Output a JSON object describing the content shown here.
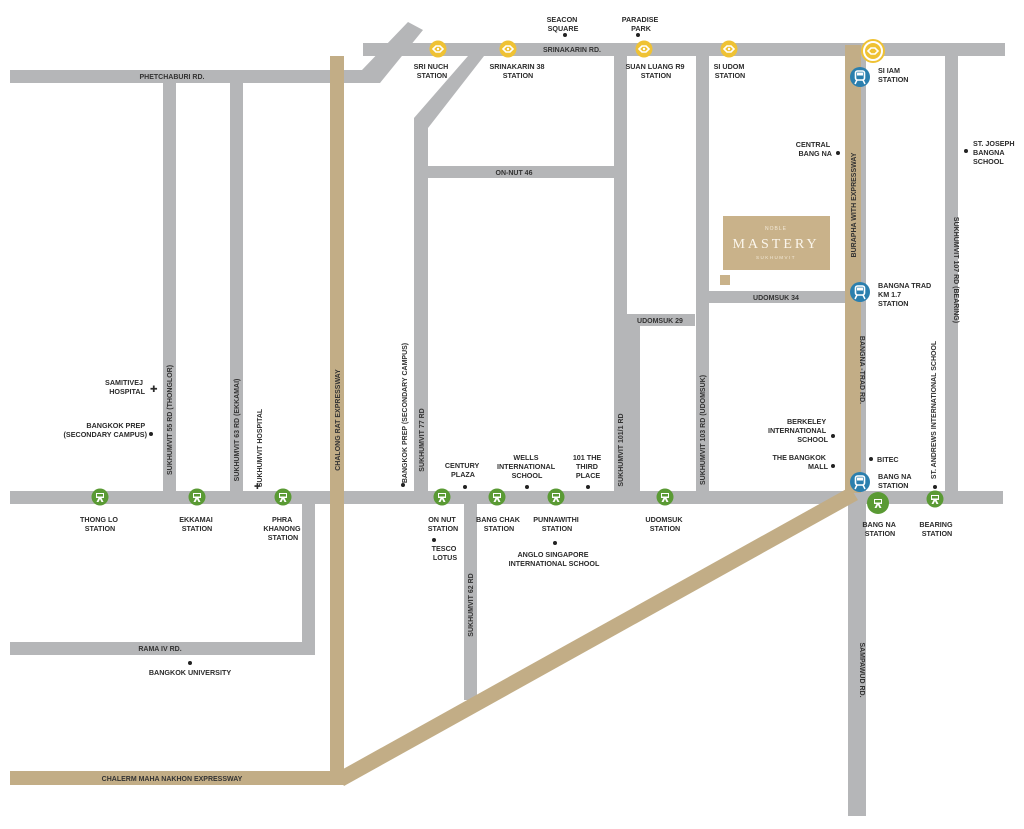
{
  "roads": {
    "phetchaburi": "PHETCHABURI RD.",
    "srinakarin": "SRINAKARIN RD.",
    "on_nut_46": "ON-NUT 46",
    "udomsuk_29": "UDOMSUK 29",
    "udomsuk_34": "UDOMSUK 34",
    "rama_iv": "RAMA IV RD.",
    "chalerm": "CHALERM MAHA NAKHON EXPRESSWAY",
    "chalong_rat": "CHALONG RAT EXPRESSWAY",
    "burapha": "BURAPHA WITH EXPRESSWAY",
    "bangna_trad": "BANGNA -TRAD RD.",
    "sampawud": "SAMPAWUD RD.",
    "soi_55": "SUKHUMVIT 55 RD (THONGLOR)",
    "soi_63": "SUKHUMVIT 63 RD (EKKAMAI)",
    "soi_77": "SUKHUMVIT 77 RD",
    "soi_62": "SUKHUMVIT 62 RD",
    "soi_101_1": "SUKHUMVIT 101/1 RD",
    "soi_103": "SUKHUMVIT 103 RD (UDOMSUK)",
    "soi_107": "SUKHUMVIT 107 RD (BEARING)"
  },
  "stations": {
    "thong_lo": [
      "THONG LO",
      "STATION"
    ],
    "ekkamai": [
      "EKKAMAI",
      "STATION"
    ],
    "phra_khanong": [
      "PHRA",
      "KHANONG",
      "STATION"
    ],
    "on_nut": [
      "ON NUT",
      "STATION"
    ],
    "bang_chak": [
      "BANG CHAK",
      "STATION"
    ],
    "punnawithi": [
      "PUNNAWITHI",
      "STATION"
    ],
    "udomsuk": [
      "UDOMSUK",
      "STATION"
    ],
    "bang_na_btsg": [
      "BANG NA",
      "STATION"
    ],
    "bearing": [
      "BEARING",
      "STATION"
    ],
    "bang_na_blue": [
      "BANG NA",
      "STATION"
    ],
    "bangna_trad_km": [
      "BANGNA TRAD",
      "KM 1.7",
      "STATION"
    ],
    "si_iam": [
      "SI IAM",
      "STATION"
    ],
    "sri_nuch": [
      "SRI NUCH",
      "STATION"
    ],
    "srinakarin_38": [
      "SRINAKARIN 38",
      "STATION"
    ],
    "suan_luang": [
      "SUAN LUANG R9",
      "STATION"
    ],
    "si_udom": [
      "SI UDOM",
      "STATION"
    ]
  },
  "places": {
    "seacon": [
      "SEACON",
      "SQUARE"
    ],
    "paradise": [
      "PARADISE",
      "PARK"
    ],
    "central": [
      "CENTRAL",
      "BANG NA"
    ],
    "st_joseph": [
      "ST. JOSEPH",
      "BANGNA",
      "SCHOOL"
    ],
    "samitivej": [
      "SAMITIVEJ",
      "HOSPITAL"
    ],
    "bangkok_prep": [
      "BANGKOK PREP",
      "(SECONDARY CAMPUS)"
    ],
    "sukhumvit_hospital": "SUKHUMVIT HOSPITAL",
    "bangkok_prep_v": "BANGKOK PREP (SECONDARY CAMPUS)",
    "century": [
      "CENTURY",
      "PLAZA"
    ],
    "wells": [
      "WELLS",
      "INTERNATIONAL",
      "SCHOOL"
    ],
    "the_third_place": [
      "101 THE",
      "THIRD",
      "PLACE"
    ],
    "berkeley": [
      "BERKELEY",
      "INTERNATIONAL",
      "SCHOOL"
    ],
    "bangkok_mall": [
      "THE BANGKOK",
      "MALL"
    ],
    "bitec": "BITEC",
    "st_andrews": "ST. ANDREWS INTERNATIONAL SCHOOL",
    "tesco": [
      "TESCO",
      "LOTUS"
    ],
    "anglo": [
      "ANGLO SINGAPORE",
      "INTERNATIONAL SCHOOL"
    ],
    "bangkok_univ": "BANGKOK UNIVERSITY"
  },
  "logo": {
    "top": "NOBLE",
    "name": "MASTERY",
    "sub": "SUKHUMVIT"
  },
  "colors": {
    "road": "#b5b6b8",
    "expressway": "#c2ad86",
    "bts_green": "#5a9a34",
    "yellow_line": "#efc234",
    "blue_line": "#2b7fae",
    "logo_bg": "#c9b28a"
  },
  "icons": {
    "bts": "train-front-icon",
    "yellow": "monorail-icon",
    "blue": "metro-train-icon"
  }
}
